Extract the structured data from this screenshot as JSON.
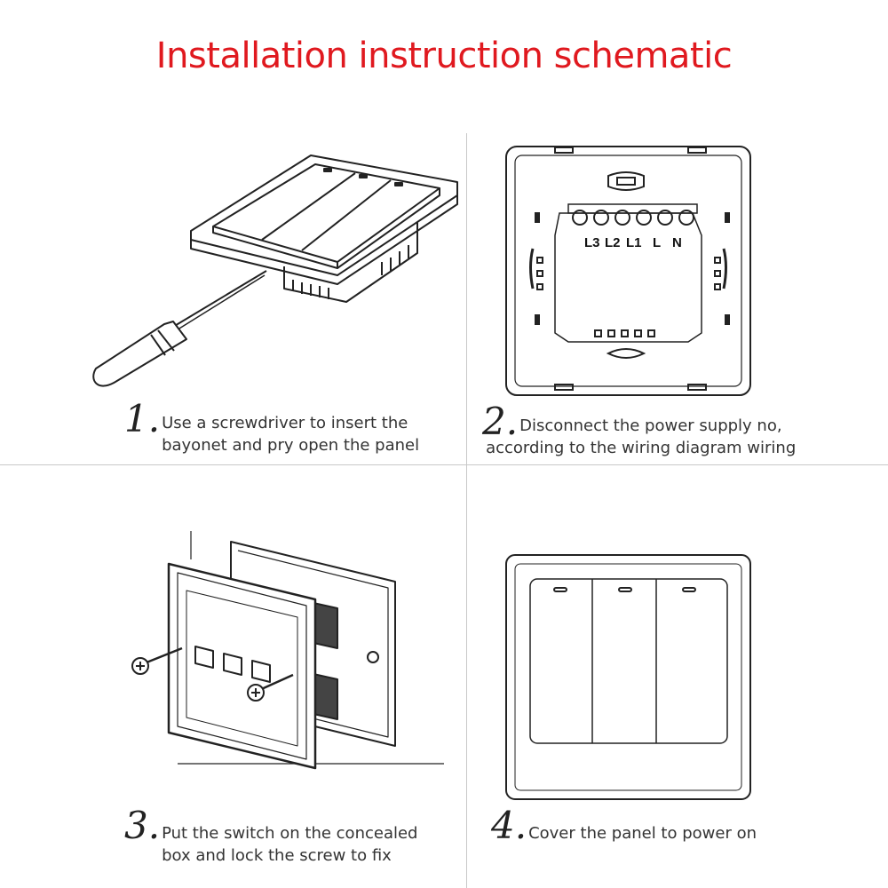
{
  "title": "Installation instruction schematic",
  "colors": {
    "title": "#e0191f",
    "line": "#222222",
    "divider": "#c8c8c8"
  },
  "steps": [
    {
      "number": "1.",
      "line1": "Use a screwdriver to insert the",
      "line2": "bayonet and pry open the panel"
    },
    {
      "number": "2.",
      "line1": "Disconnect the power supply no,",
      "line2": "according to the wiring diagram wiring"
    },
    {
      "number": "3.",
      "line1": "Put the switch on the concealed",
      "line2": "box and lock the screw to fix"
    },
    {
      "number": "4.",
      "line1": "Cover the panel to power on",
      "line2": ""
    }
  ],
  "terminals": [
    "L3",
    "L2",
    "L1",
    "L",
    "N"
  ]
}
